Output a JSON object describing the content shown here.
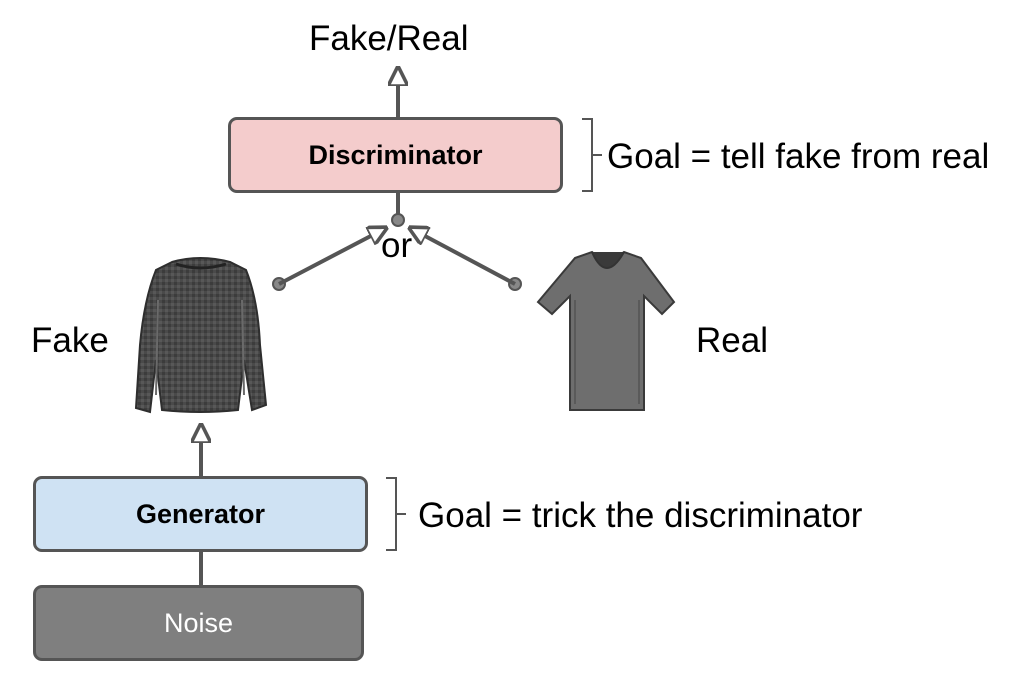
{
  "output_label": "Fake/Real",
  "discriminator": {
    "label": "Discriminator",
    "fill": "#f4cccc",
    "goal": "Goal = tell fake from real"
  },
  "merge_label": "or",
  "fake": {
    "label": "Fake",
    "image": "sweater-icon"
  },
  "real": {
    "label": "Real",
    "image": "tshirt-icon"
  },
  "generator": {
    "label": "Generator",
    "fill": "#cfe2f3",
    "goal": "Goal = trick the discriminator"
  },
  "noise": {
    "label": "Noise",
    "fill": "#7f7f7f",
    "text_color": "#ffffff"
  },
  "colors": {
    "line": "#555555"
  }
}
